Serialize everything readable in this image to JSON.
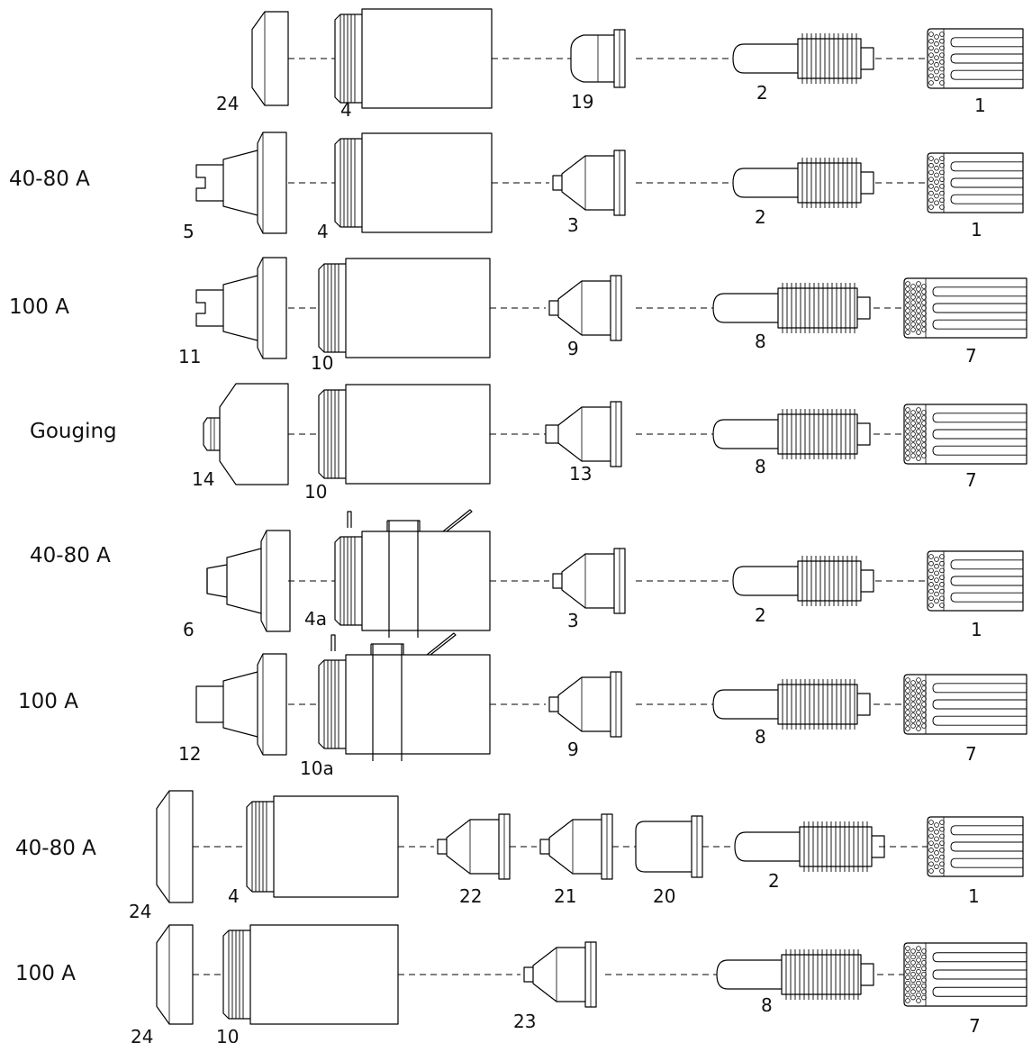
{
  "rows": [
    {
      "label": "",
      "parts": [
        "24",
        "4",
        "19",
        "2",
        "1"
      ]
    },
    {
      "label": "40-80 A",
      "parts": [
        "5",
        "4",
        "3",
        "2",
        "1"
      ]
    },
    {
      "label": "100 A",
      "parts": [
        "11",
        "10",
        "9",
        "8",
        "7"
      ]
    },
    {
      "label": "Gouging",
      "parts": [
        "14",
        "10",
        "13",
        "8",
        "7"
      ]
    },
    {
      "label": "40-80 A",
      "parts": [
        "6",
        "4a",
        "3",
        "2",
        "1"
      ]
    },
    {
      "label": "100 A",
      "parts": [
        "12",
        "10a",
        "9",
        "8",
        "7"
      ]
    },
    {
      "label": "40-80 A",
      "parts": [
        "24",
        "4",
        "22",
        "21",
        "20",
        "2",
        "1"
      ]
    },
    {
      "label": "100 A",
      "parts": [
        "24",
        "10",
        "23",
        "8",
        "7"
      ]
    }
  ]
}
